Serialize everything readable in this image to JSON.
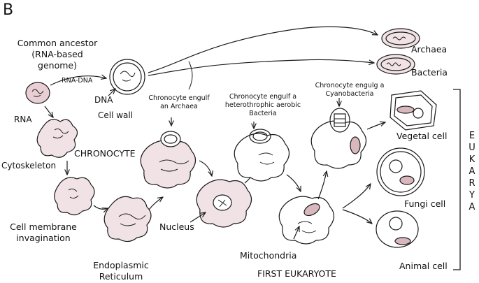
{
  "panel_label": "B",
  "labels": {
    "common_ancestor": "Common ancestor",
    "rna_based": "(RNA-based",
    "genome": "genome)",
    "rna": "RNA",
    "rna_dna": "RNA-DNA",
    "dna": "DNA",
    "cell_wall": "Cell wall",
    "archaea": "Archaea",
    "bacteria": "Bacteria",
    "cytoskeleton": "Cytoskeleton",
    "chronocyte": "CHRONOCYTE",
    "cell_membrane": "Cell membrane",
    "invagination": "invagination",
    "endoplasmic": "Endoplasmic",
    "reticulum": "Reticulum",
    "nucleus": "Nucleus",
    "engulf_archaea_1": "Chronocyte engulf",
    "engulf_archaea_2": "an Archaea",
    "engulf_bact_1": "Chronocyte engulf a",
    "engulf_bact_2": "heterothrophic aerobic",
    "engulf_bact_3": "Bacteria",
    "engulf_cyano_1": "Chronocyte engulg a",
    "engulf_cyano_2": "Cyanobacteria",
    "mitochondria": "Mitochondria",
    "first_eukaryote": "FIRST EUKARYOTE",
    "vegetal_cell": "Vegetal cell",
    "fungi_cell": "Fungi cell",
    "animal_cell": "Animal cell",
    "eukarya": [
      "E",
      "U",
      "K",
      "A",
      "R",
      "Y",
      "A"
    ]
  },
  "colors": {
    "ink": "#1a1a1a",
    "cell_fill": "#f1e3e5",
    "cell_shade": "#c99aa2",
    "organelle": "#d8b8bd"
  }
}
